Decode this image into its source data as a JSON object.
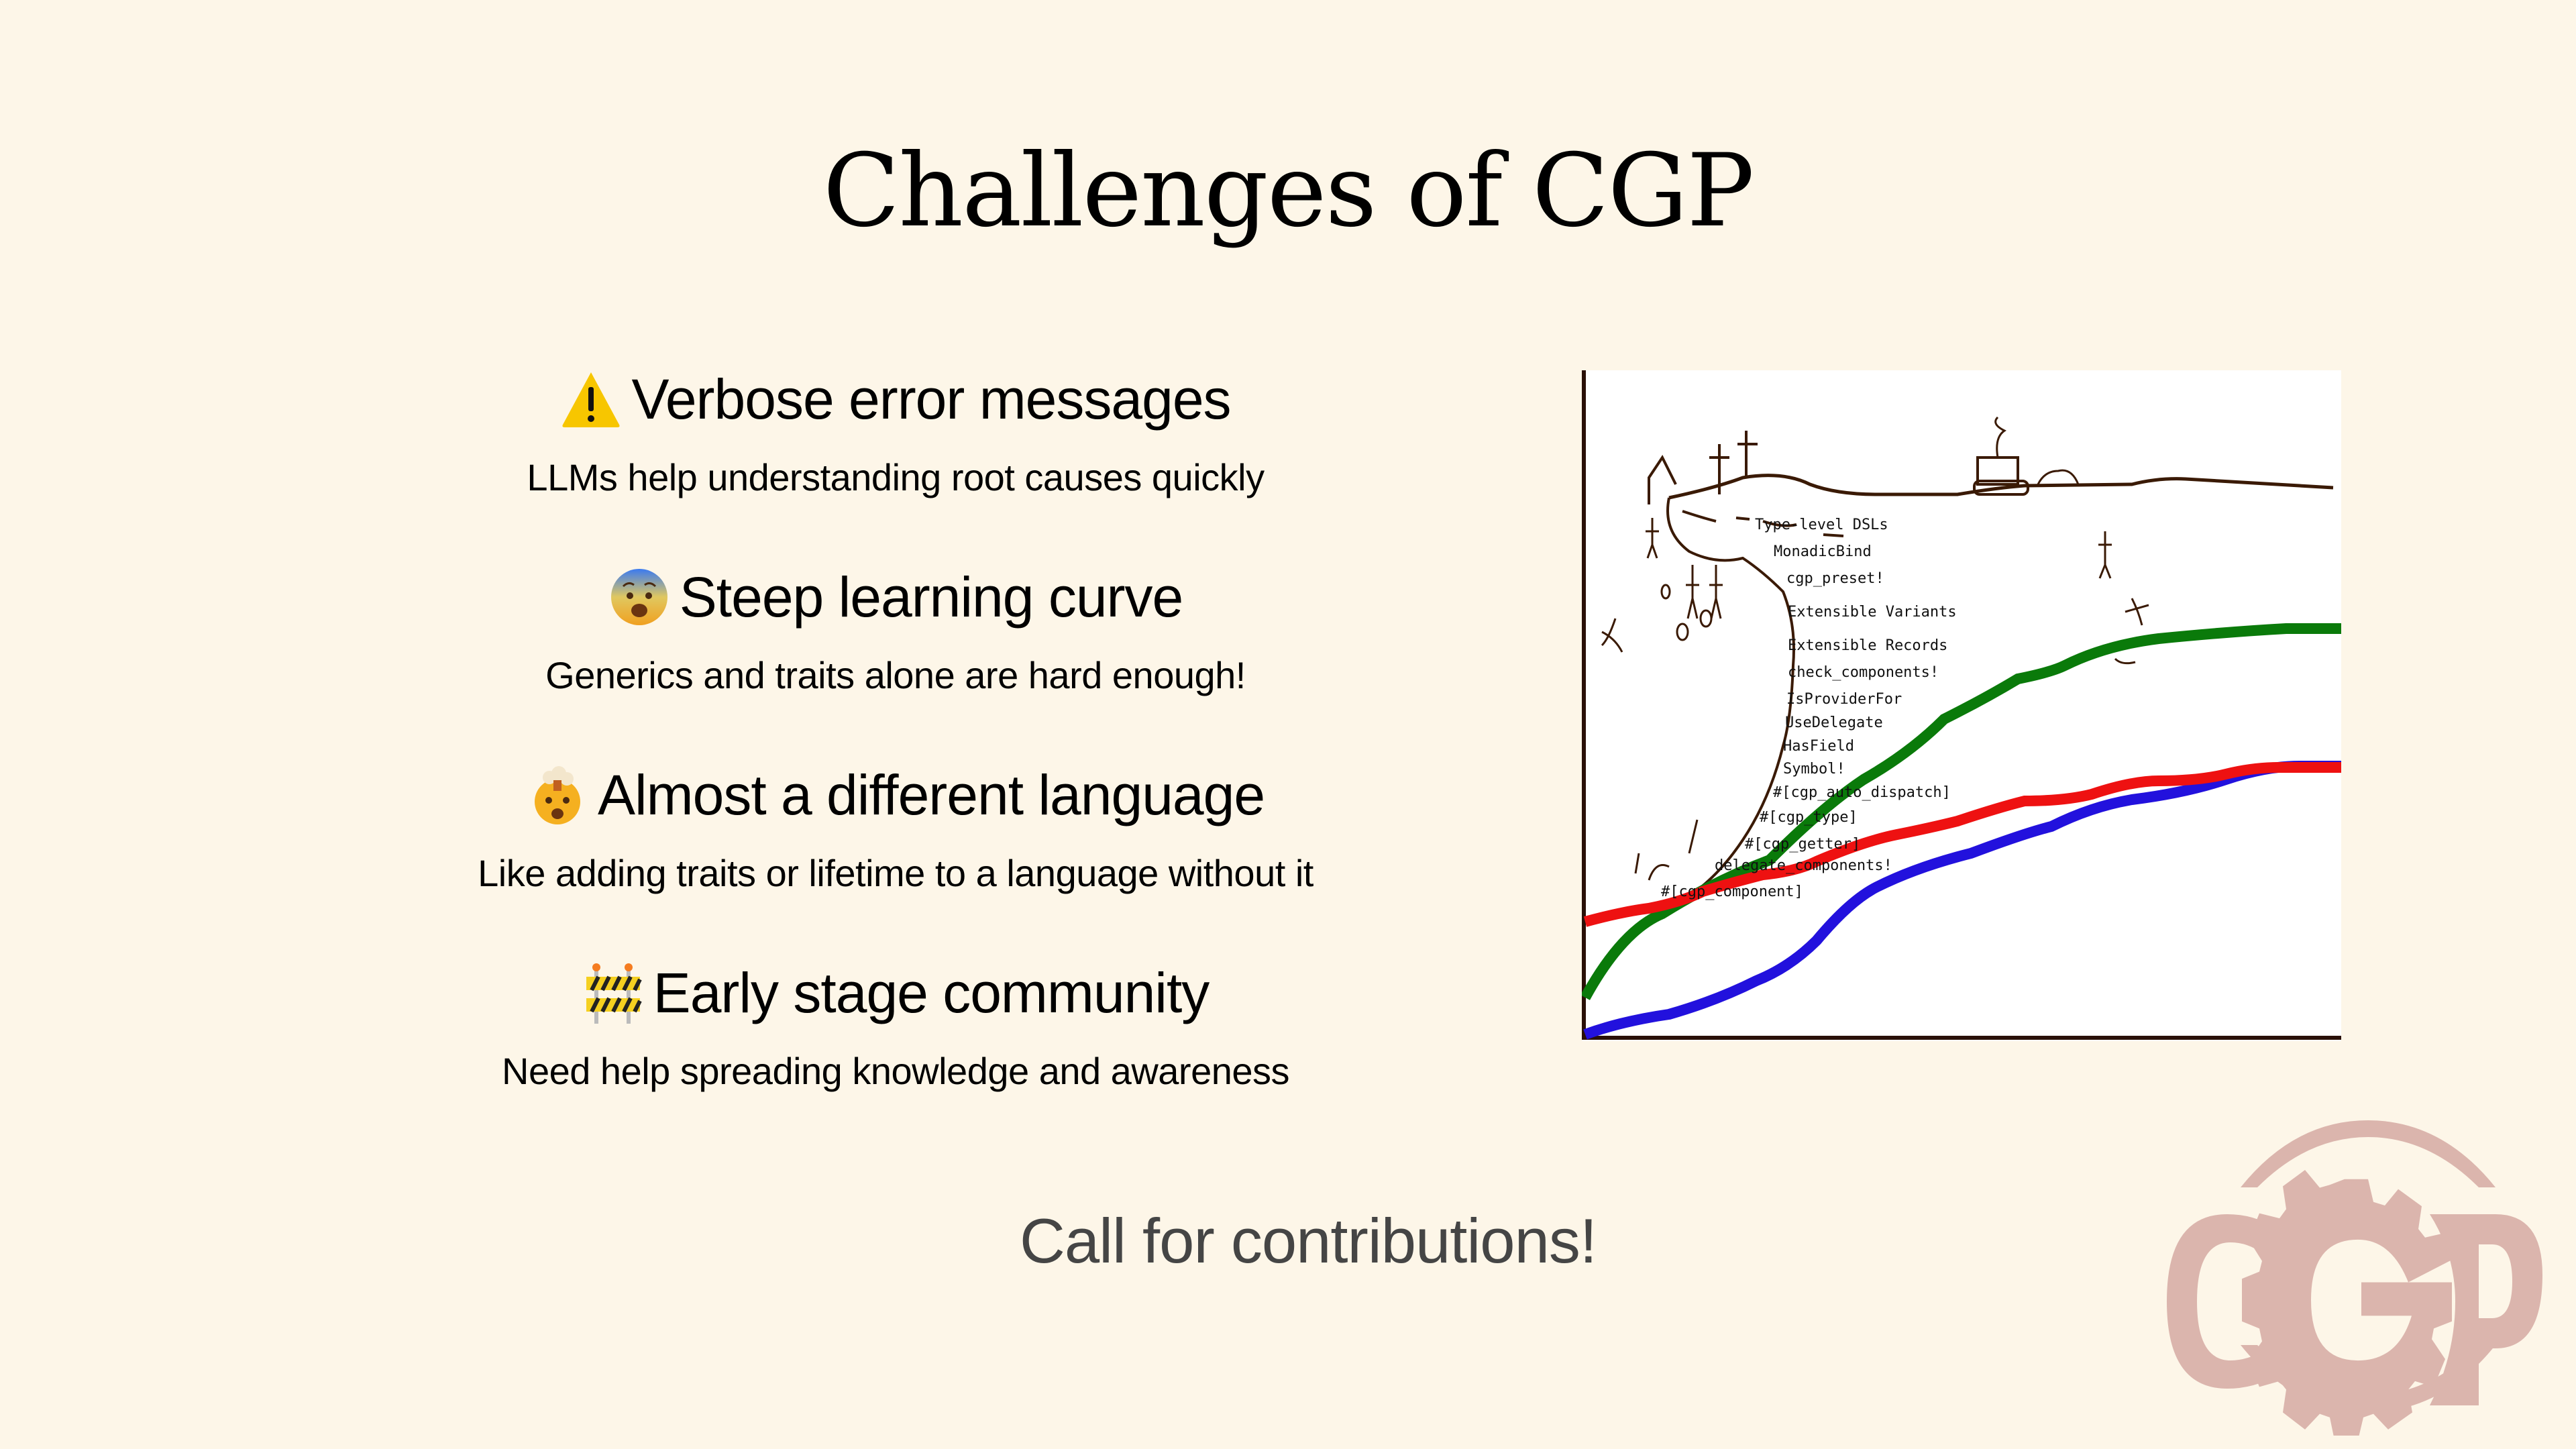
{
  "slide": {
    "title": "Challenges of CGP",
    "background_color": "#fdf6e8",
    "challenges": [
      {
        "icon": "warning-icon",
        "emoji": "⚠️",
        "heading": "Verbose error messages",
        "subtitle": "LLMs help understanding root causes quickly"
      },
      {
        "icon": "fearful-face-icon",
        "emoji": "😨",
        "heading": "Steep learning curve",
        "subtitle": "Generics and traits alone are hard enough!"
      },
      {
        "icon": "exploding-head-icon",
        "emoji": "🤯",
        "heading": "Almost a different language",
        "subtitle": "Like adding traits or lifetime to a language without it"
      },
      {
        "icon": "construction-barrier-icon",
        "emoji": "🚧",
        "heading": "Early stage community",
        "subtitle": "Need help spreading knowledge and awareness"
      }
    ],
    "call_to_action": "Call for contributions!",
    "cta_color": "#454545"
  },
  "meme_image": {
    "description": "Learning curve cliff drawing with stick figures falling off a cliff, with three ascending colored curves",
    "labels": [
      "Type-level DSLs",
      "MonadicBind",
      "cgp_preset!",
      "Extensible Variants",
      "Extensible Records",
      "check_components!",
      "IsProviderFor",
      "UseDelegate",
      "HasField",
      "Symbol!",
      "#[cgp_auto_dispatch]",
      "#[cgp_type]",
      "#[cgp_getter]",
      "delegate_components!",
      "#[cgp_component]"
    ],
    "curve_colors": {
      "green": "#0a7a0a",
      "blue": "#2211dd",
      "red": "#ee1111"
    },
    "ink_color": "#3a1a05"
  },
  "logo": {
    "text": "CGP",
    "color": "#dbb5ad"
  }
}
